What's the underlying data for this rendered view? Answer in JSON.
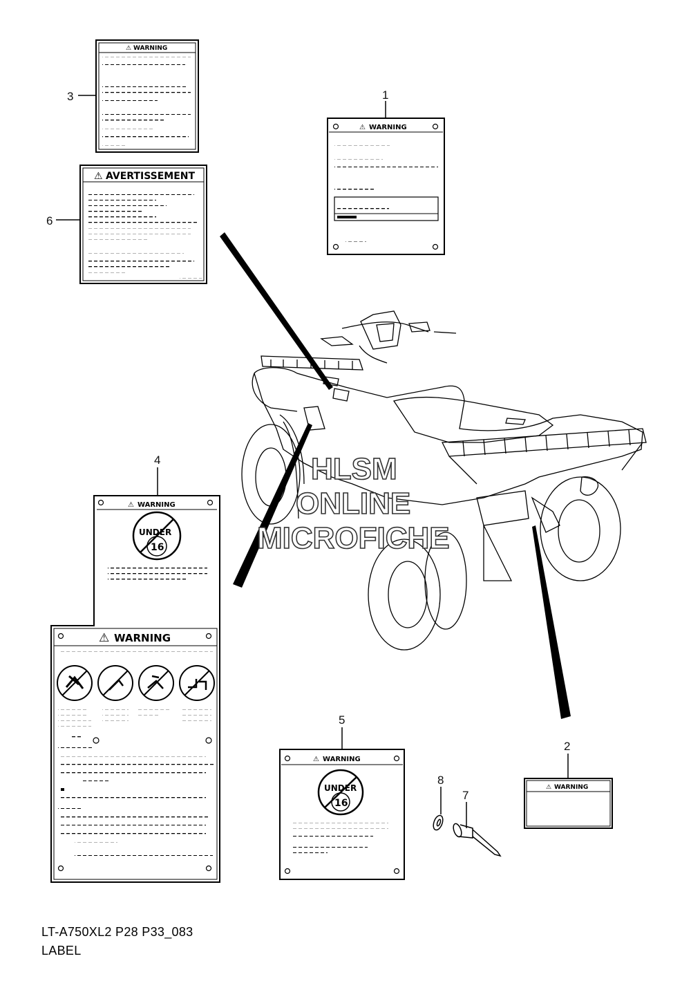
{
  "callouts": {
    "n1": "1",
    "n2": "2",
    "n3": "3",
    "n4": "4",
    "n5": "5",
    "n6": "6",
    "n7": "7",
    "n8": "8"
  },
  "labels": {
    "label1_title": "WARNING",
    "label2_title": "WARNING",
    "label3_title": "WARNING",
    "label4_top_title": "WARNING",
    "label4_bottom_title": "WARNING",
    "label5_title": "WARNING",
    "label6_title": "AVERTISSEMENT",
    "under": "UNDER",
    "age": "16"
  },
  "watermark": {
    "line1": "HLSM",
    "line2": "ONLINE",
    "line3": "MICROFICHE"
  },
  "footer": {
    "code": "LT-A750XL2 P28 P33_083",
    "section": "LABEL"
  }
}
